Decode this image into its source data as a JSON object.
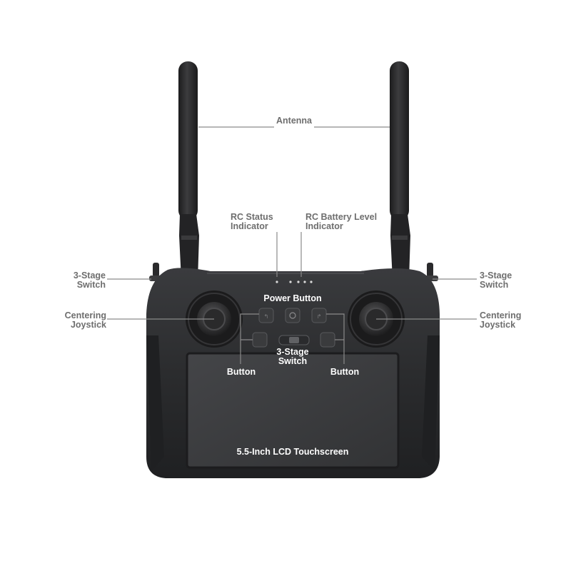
{
  "labels": {
    "antenna": "Antenna",
    "rc_status_indicator": "RC Status\nIndicator",
    "rc_battery_level_indicator": "RC Battery Level\nIndicator",
    "left_three_stage_switch": "3-Stage\nSwitch",
    "right_three_stage_switch": "3-Stage\nSwitch",
    "left_centering_joystick": "Centering\nJoystick",
    "right_centering_joystick": "Centering\nJoystick",
    "power_button": "Power Button",
    "center_three_stage_switch": "3-Stage\nSwitch",
    "left_button": "Button",
    "right_button": "Button",
    "lcd_touchscreen": "5.5-Inch LCD Touchscreen"
  },
  "colors": {
    "label_gray": "#6e6e6e",
    "body_dark": "#2a2b2d",
    "screen": "#3a3b3d",
    "leader_line": "#8a8a8a"
  }
}
